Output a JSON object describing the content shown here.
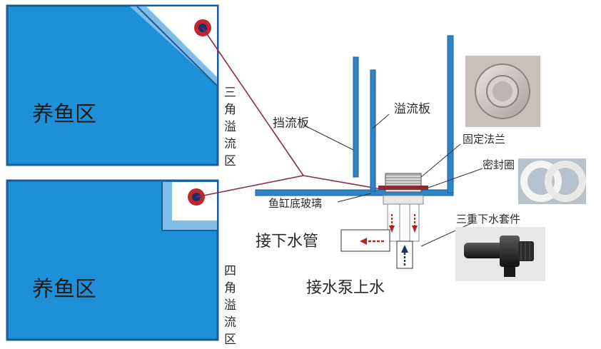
{
  "tank_top": {
    "fish_area_label": "养鱼区",
    "overflow_label_chars": [
      "三",
      "角",
      "溢",
      "流",
      "区"
    ]
  },
  "tank_bottom": {
    "fish_area_label": "养鱼区",
    "overflow_label_chars": [
      "四",
      "角",
      "溢",
      "流",
      "区"
    ]
  },
  "callouts": {
    "baffle": "挡流板",
    "overflow_plate": "溢流板",
    "fixing_flange": "固定法兰",
    "seal_ring": "密封圈",
    "tank_bottom_glass": "鱼缸底玻璃",
    "triple_drain_kit": "三重下水套件",
    "to_drain_pipe": "接下水管",
    "to_pump_inlet": "接水泵上水"
  },
  "colors": {
    "tank_blue": "#1e90d8",
    "tank_border": "#1a5d9b",
    "overflow_corner": "#ffffff",
    "hole_red": "#c0282d",
    "hole_navy": "#1e2d6e",
    "leader_line": "#8b2b4a",
    "flow_arrow_red": "#b32525",
    "flow_arrow_navy": "#20306a"
  }
}
